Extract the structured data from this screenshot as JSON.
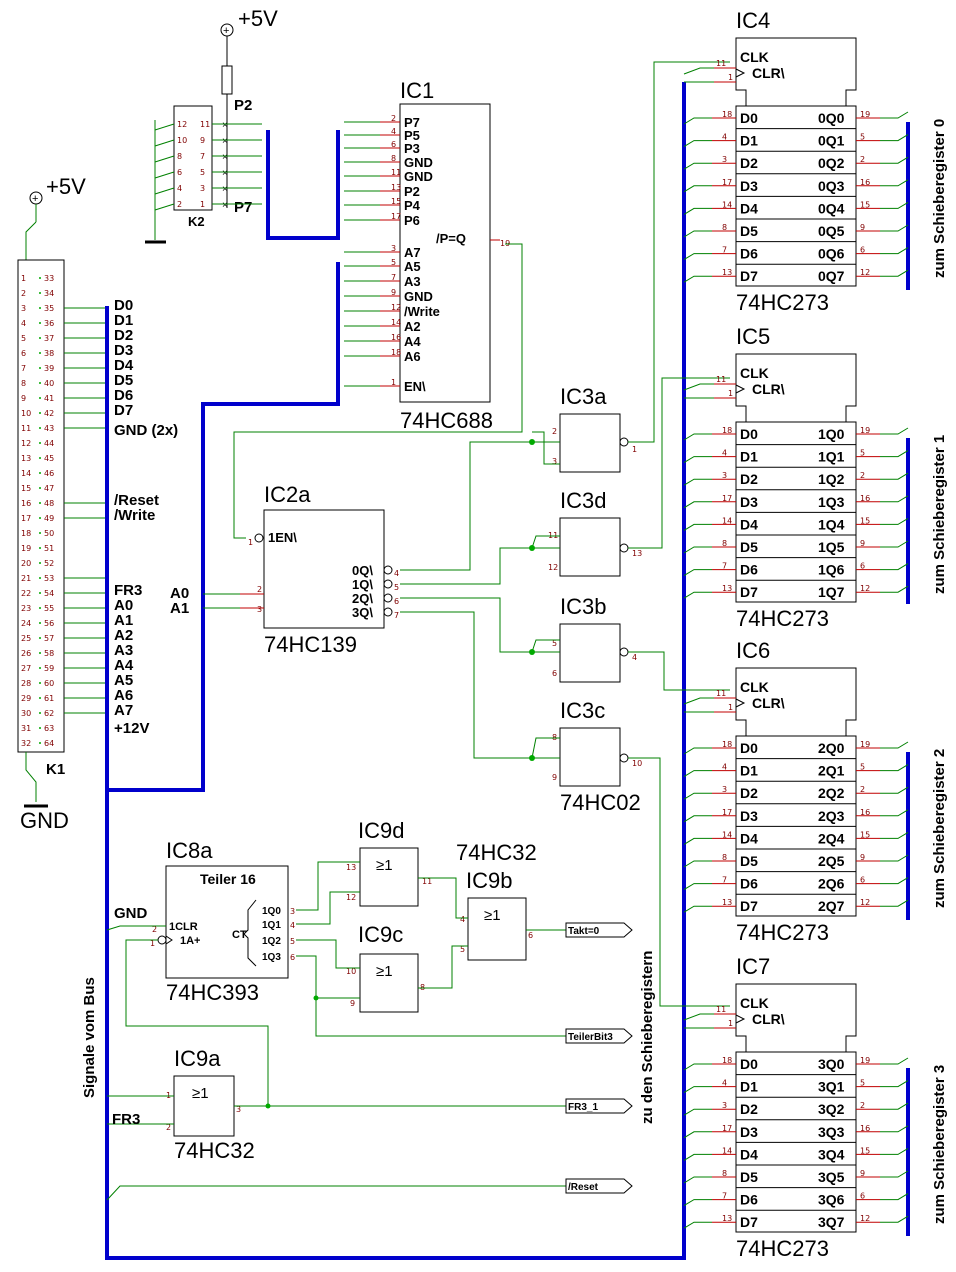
{
  "supply": {
    "vcc": "+5V",
    "gnd": "GND"
  },
  "connectors": {
    "k1": {
      "name": "K1",
      "pins_left": [
        "1",
        "2",
        "3",
        "4",
        "5",
        "6",
        "7",
        "8",
        "9",
        "10",
        "11",
        "12",
        "13",
        "14",
        "15",
        "16",
        "17",
        "18",
        "19",
        "20",
        "21",
        "22",
        "23",
        "24",
        "25",
        "26",
        "27",
        "28",
        "29",
        "30",
        "31",
        "32"
      ],
      "pins_right": [
        "33",
        "34",
        "35",
        "36",
        "37",
        "38",
        "39",
        "40",
        "41",
        "42",
        "43",
        "44",
        "45",
        "46",
        "47",
        "48",
        "49",
        "50",
        "51",
        "52",
        "53",
        "54",
        "55",
        "56",
        "57",
        "58",
        "59",
        "60",
        "61",
        "62",
        "63",
        "64"
      ]
    },
    "k2": {
      "name": "K2",
      "pins_left": [
        "12",
        "10",
        "8",
        "6",
        "4",
        "2"
      ],
      "pins_right": [
        "11",
        "9",
        "7",
        "5",
        "3",
        "1"
      ],
      "p_top": "P2",
      "p_bottom": "P7"
    }
  },
  "bus_signals": {
    "data": [
      "D0",
      "D1",
      "D2",
      "D3",
      "D4",
      "D5",
      "D6",
      "D7"
    ],
    "gnd": "GND (2x)",
    "control": [
      "/Reset",
      "/Write"
    ],
    "fr3": "FR3",
    "address": [
      "A0",
      "A1",
      "A2",
      "A3",
      "A4",
      "A5",
      "A6",
      "A7"
    ],
    "v12": "+12V"
  },
  "ic1": {
    "name": "IC1",
    "type": "74HC688",
    "pins": [
      "P7",
      "P5",
      "P3",
      "GND",
      "GND",
      "P2",
      "P4",
      "P6",
      "A7",
      "A5",
      "A3",
      "GND",
      "/Write",
      "A2",
      "A4",
      "A6",
      "EN\\"
    ],
    "pin_numbers": [
      "2",
      "4",
      "6",
      "8",
      "11",
      "13",
      "15",
      "17",
      "3",
      "5",
      "7",
      "9",
      "12",
      "14",
      "16",
      "18",
      "1"
    ],
    "out": "/P=Q",
    "out_pin": "19"
  },
  "ic2": {
    "name": "IC2a",
    "type": "74HC139",
    "en": "1EN\\",
    "outputs": [
      "0Q\\",
      "1Q\\",
      "2Q\\",
      "3Q\\"
    ],
    "out_pins": [
      "4",
      "5",
      "6",
      "7"
    ],
    "a_pins": [
      "2",
      "3"
    ],
    "en_pin": "1",
    "addr": [
      "A0",
      "A1"
    ]
  },
  "ic3": {
    "type": "74HC02",
    "gates": [
      {
        "name": "IC3a",
        "in": [
          "2",
          "3"
        ],
        "out": "1"
      },
      {
        "name": "IC3d",
        "in": [
          "11",
          "12"
        ],
        "out": "13"
      },
      {
        "name": "IC3b",
        "in": [
          "5",
          "6"
        ],
        "out": "4"
      },
      {
        "name": "IC3c",
        "in": [
          "8",
          "9"
        ],
        "out": "10"
      }
    ]
  },
  "latches": [
    {
      "name": "IC4",
      "type": "74HC273",
      "prefix": "0",
      "target": "zum Schieberegister 0"
    },
    {
      "name": "IC5",
      "type": "74HC273",
      "prefix": "1",
      "target": "zum Schieberegister 1"
    },
    {
      "name": "IC6",
      "type": "74HC273",
      "prefix": "2",
      "target": "zum Schieberegister 2"
    },
    {
      "name": "IC7",
      "type": "74HC273",
      "prefix": "3",
      "target": "zum Schieberegister 3"
    }
  ],
  "latch_pins": {
    "clk": "CLK",
    "clr": "CLR\\",
    "clk_pin": "11",
    "clr_pin": "1",
    "d_in": [
      "18",
      "4",
      "3",
      "17",
      "14",
      "8",
      "7",
      "13"
    ],
    "q_out": [
      "19",
      "5",
      "2",
      "16",
      "15",
      "9",
      "6",
      "12"
    ]
  },
  "ic8": {
    "name": "IC8a",
    "type": "74HC393",
    "title": "Teiler 16",
    "clr": "1CLR",
    "clk": "1A+",
    "ct": "CT",
    "outputs": [
      "1Q0",
      "1Q1",
      "1Q2",
      "1Q3"
    ],
    "out_pins": [
      "3",
      "4",
      "5",
      "6"
    ],
    "in_pins": [
      "2",
      "1"
    ],
    "gnd": "GND"
  },
  "ic9": {
    "type": "74HC32",
    "symbol": "≥1",
    "gates": [
      {
        "name": "IC9d",
        "in": [
          "13",
          "12"
        ],
        "out": "11"
      },
      {
        "name": "IC9c",
        "in": [
          "10",
          "9"
        ],
        "out": "8"
      },
      {
        "name": "IC9b",
        "in": [
          "4",
          "5"
        ],
        "out": "6"
      },
      {
        "name": "IC9a",
        "in": [
          "1",
          "2"
        ],
        "out": "3"
      }
    ]
  },
  "flags": [
    "Takt=0",
    "TeilerBit3",
    "FR3_1",
    "/Reset"
  ],
  "side_labels": {
    "bus": "Signale vom Bus",
    "shift": "zu den Schieberegistern",
    "fr3": "FR3"
  }
}
